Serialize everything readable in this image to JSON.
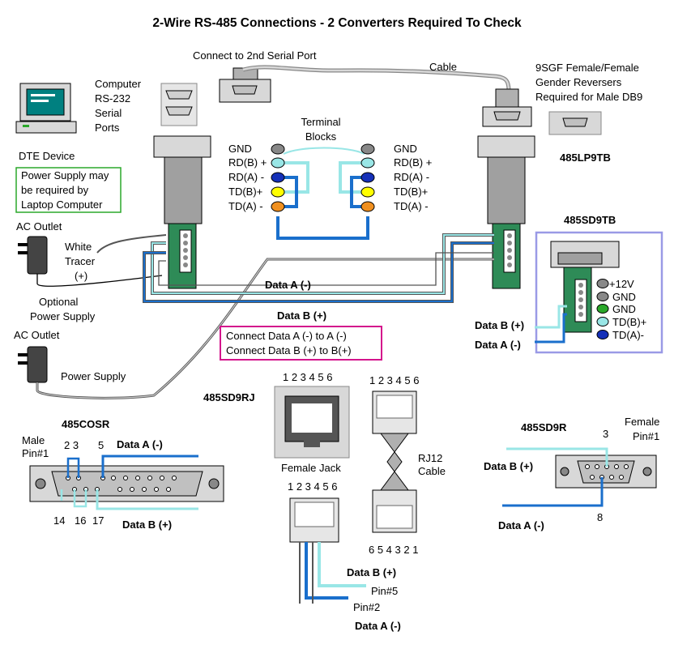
{
  "title": "2-Wire RS-485 Connections - 2 Converters Required To Check",
  "top": {
    "connect_2nd_port": "Connect to 2nd Serial Port",
    "cable": "Cable",
    "gender_line1": "9SGF Female/Female",
    "gender_line2": "Gender Reversers",
    "gender_line3": "Required for Male DB9"
  },
  "computer": {
    "line1": "Computer",
    "line2": "RS-232",
    "line3": "Serial",
    "line4": "Ports",
    "dte": "DTE Device",
    "power_note_line1": "Power Supply may",
    "power_note_line2": "be required by",
    "power_note_line3": "Laptop Computer"
  },
  "left_supply": {
    "ac_outlet_1": "AC Outlet",
    "white": "White",
    "tracer": "Tracer",
    "plus": "(+)",
    "optional": "Optional",
    "power_supply_2line": "Power Supply",
    "ac_outlet_2": "AC Outlet",
    "power_supply": "Power Supply"
  },
  "terminal_blocks": {
    "title_line1": "Terminal",
    "title_line2": "Blocks",
    "left_labels": [
      "GND",
      "RD(B) +",
      "RD(A) -",
      "TD(B)+",
      "TD(A) -"
    ],
    "right_labels": [
      "GND",
      "RD(B) +",
      "RD(A) -",
      "TD(B)+",
      "TD(A) -"
    ]
  },
  "models": {
    "lp9tb": "485LP9TB",
    "sd9tb": "485SD9TB",
    "sd9rj": "485SD9RJ",
    "cosr": "485COSR",
    "sd9r": "485SD9R"
  },
  "center": {
    "data_a": "Data A (-)",
    "data_b": "Data B (+)",
    "connect_a": "Connect Data A (-) to A (-)",
    "connect_b": "Connect Data B (+) to B(+)"
  },
  "sd9tb_box": {
    "labels": [
      "+12V",
      "GND",
      "GND",
      "TD(B)+",
      "TD(A)-"
    ],
    "data_b": "Data B (+)",
    "data_a": "Data A (-)"
  },
  "rj": {
    "pins_top": "1 2 3 4 5 6",
    "female_jack": "Female Jack",
    "pins_plug": "1 2 3 4 5 6",
    "pins_cable_top": "1 2 3 4 5 6",
    "rj12": "RJ12",
    "cable": "Cable",
    "pins_cable_bottom": "6 5 4 3 2 1",
    "data_b": "Data B (+)",
    "pin5": "Pin#5",
    "pin2": "Pin#2",
    "data_a": "Data A (-)"
  },
  "cosr": {
    "male": "Male",
    "pin1": "Pin#1",
    "p23": "2 3",
    "p5": "5",
    "data_a": "Data A (-)",
    "p14": "14",
    "p16": "16",
    "p17": "17",
    "data_b": "Data B (+)"
  },
  "sd9r": {
    "female": "Female",
    "pin1": "Pin#1",
    "p3": "3",
    "data_b": "Data B (+)",
    "p8": "8",
    "data_a": "Data A (-)"
  },
  "colors": {
    "wire_light": "#99e6e6",
    "wire_dark": "#1a6fcc",
    "board_green": "#2e8b57",
    "gray": "#c8c8c8",
    "magenta": "#d4148c",
    "lavender": "#9a9ae6",
    "note_green": "#2aa82a"
  }
}
